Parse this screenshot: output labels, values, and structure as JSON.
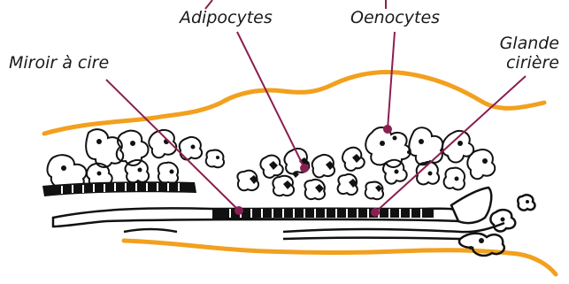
{
  "labels": {
    "adipocytes": "Adipocytes",
    "oenocytes": "Oenocytes",
    "miroir": "Miroir à cire",
    "glande_line1": "Glande",
    "glande_line2": "cirière"
  },
  "colors": {
    "outline": "#f2a01e",
    "leader": "#8a1f52",
    "ink": "#111111"
  }
}
